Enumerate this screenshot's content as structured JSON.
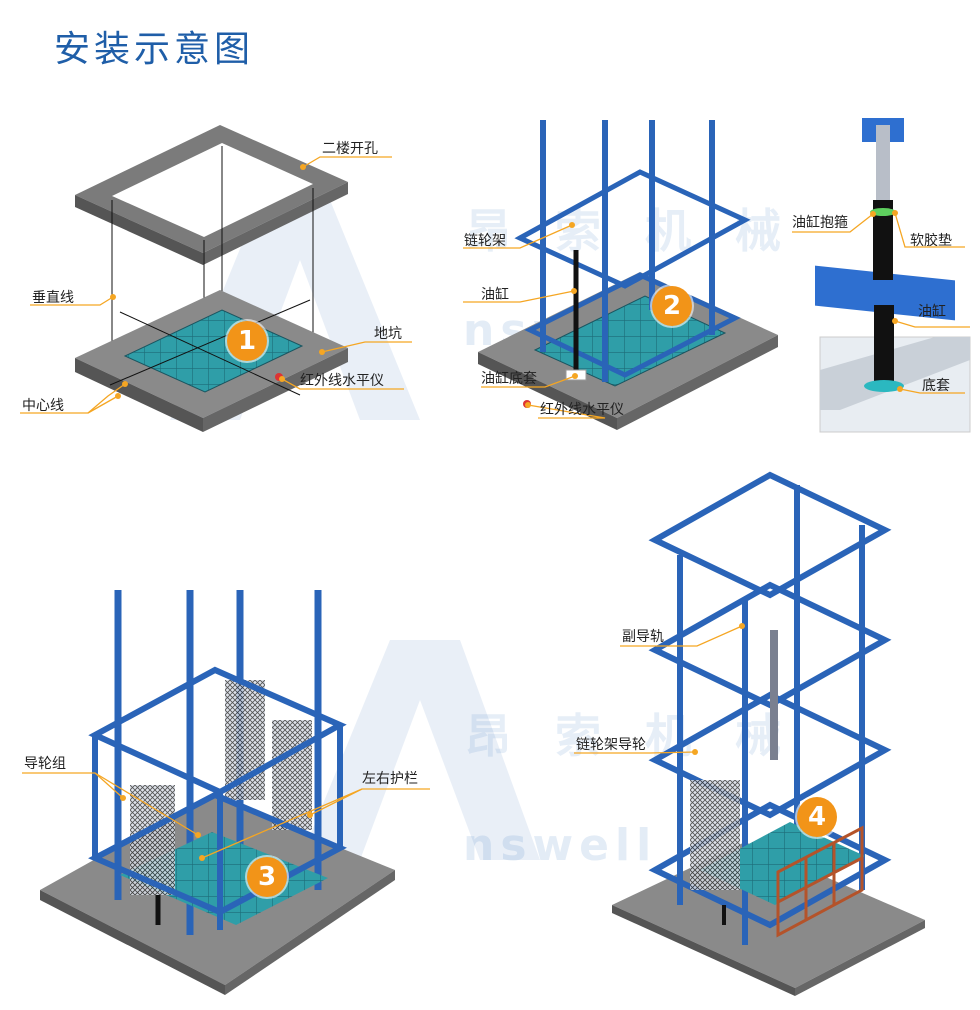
{
  "title": "安装示意图",
  "watermark": {
    "cn": "昂 索 机 械",
    "en": "nswell"
  },
  "colors": {
    "accent": "#f29418",
    "frame": "#2a64b8",
    "leader": "#f5a623",
    "title": "#1f5ea8"
  },
  "panel1": {
    "badge": "1",
    "labels": {
      "hole": "二楼开孔",
      "plumb": "垂直线",
      "pit": "地坑",
      "center": "中心线",
      "level": "红外线水平仪"
    }
  },
  "panel2": {
    "badge": "2",
    "labels": {
      "sprocket": "链轮架",
      "cylinder": "油缸",
      "base": "油缸底套",
      "level": "红外线水平仪"
    }
  },
  "detail": {
    "labels": {
      "clamp": "油缸抱箍",
      "pad": "软胶垫",
      "cylinder": "油缸",
      "sleeve": "底套"
    }
  },
  "panel3": {
    "badge": "3",
    "labels": {
      "guide": "导轮组",
      "rail": "左右护栏"
    }
  },
  "panel4": {
    "badge": "4",
    "labels": {
      "aux": "副导轨",
      "wheel": "链轮架导轮"
    }
  }
}
